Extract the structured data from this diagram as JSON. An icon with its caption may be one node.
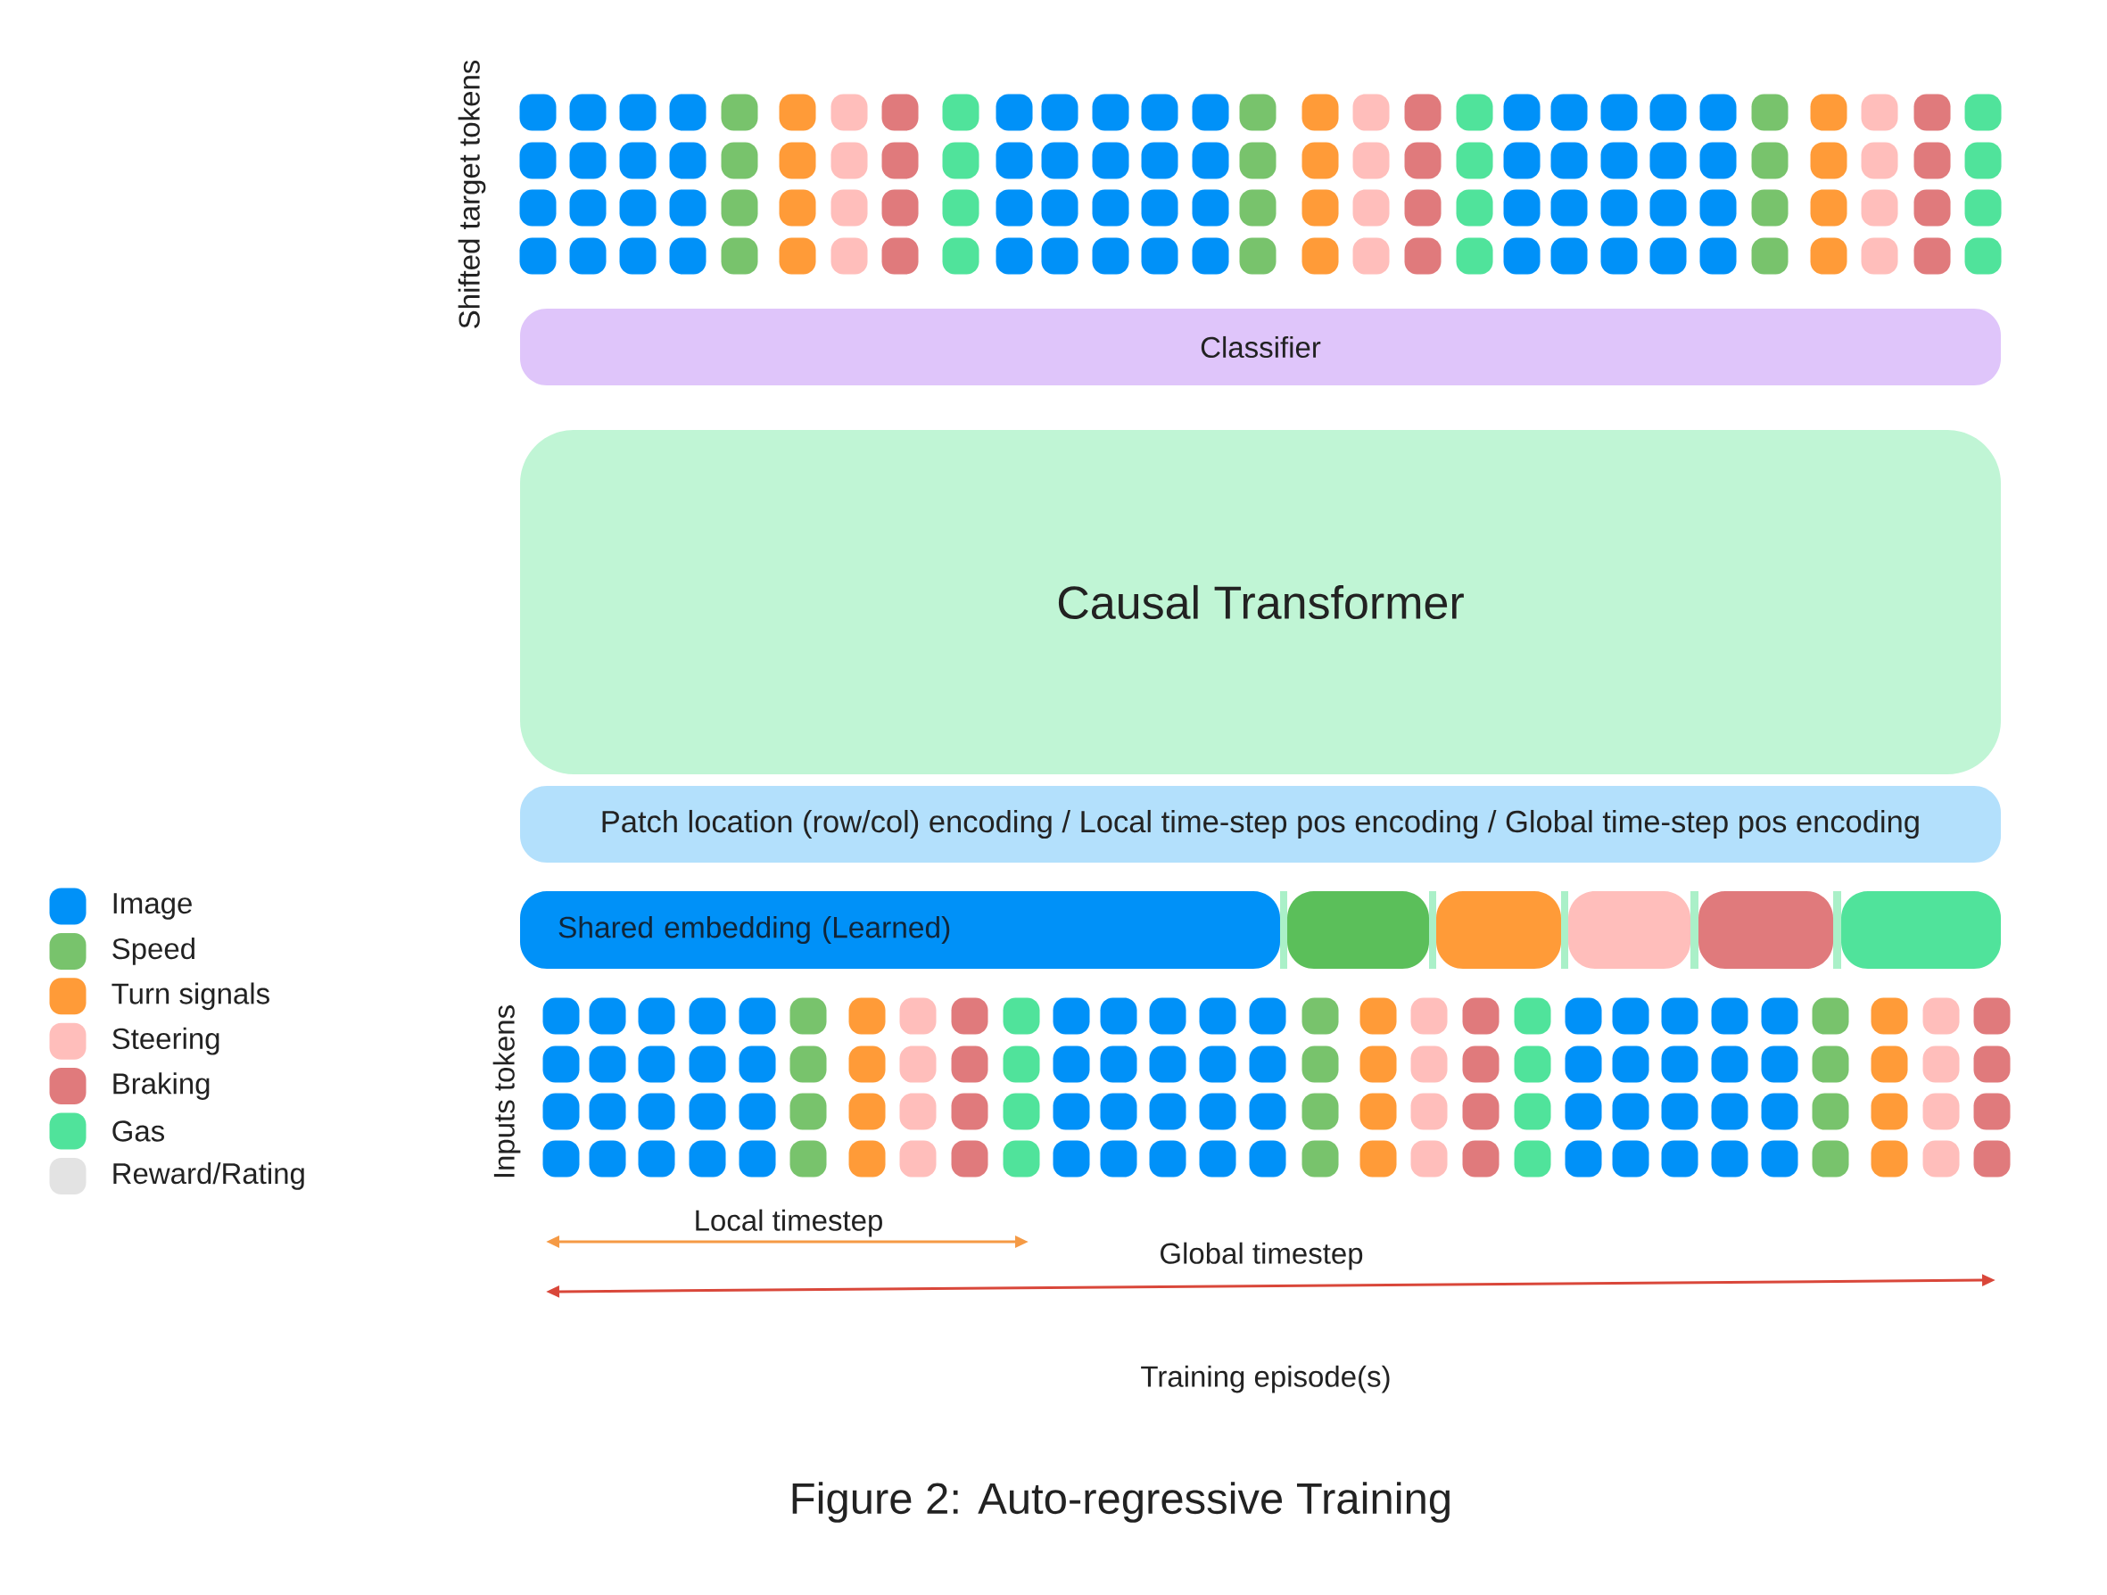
{
  "diagram": {
    "caption": "Figure 2: Auto-regressive Training",
    "nodes": [
      {
        "text": [
          "Classifier"
        ]
      },
      {
        "text": [
          "Causal Transformer"
        ]
      },
      {
        "text": [
          "Patch location (row/col) encoding / Local time-step pos encoding / Global time-step pos encoding"
        ]
      },
      {
        "text": [
          "Shared embedding (Learned)"
        ]
      },
      {
        "text": [],
        "shape": "box"
      },
      {
        "text": [],
        "shape": "box"
      },
      {
        "text": [],
        "shape": "box"
      },
      {
        "text": [],
        "shape": "box"
      },
      {
        "text": [],
        "shape": "box"
      }
    ],
    "labels": [
      "Shifted target tokens",
      "Inputs tokens",
      "Local timestep",
      "Global timestep",
      "Training episode(s)"
    ],
    "legend": [
      {
        "text": "Image",
        "color": "#0091f8"
      },
      {
        "text": "Speed",
        "color": "#78c36c"
      },
      {
        "text": "Turn signals",
        "color": "#ff9b38"
      },
      {
        "text": "Steering",
        "color": "#ffbebb"
      },
      {
        "text": "Braking",
        "color": "#e07a7c"
      },
      {
        "text": "Gas",
        "color": "#50e39b"
      },
      {
        "text": "Reward/Rating",
        "color": "#e3e3e3"
      }
    ]
  }
}
